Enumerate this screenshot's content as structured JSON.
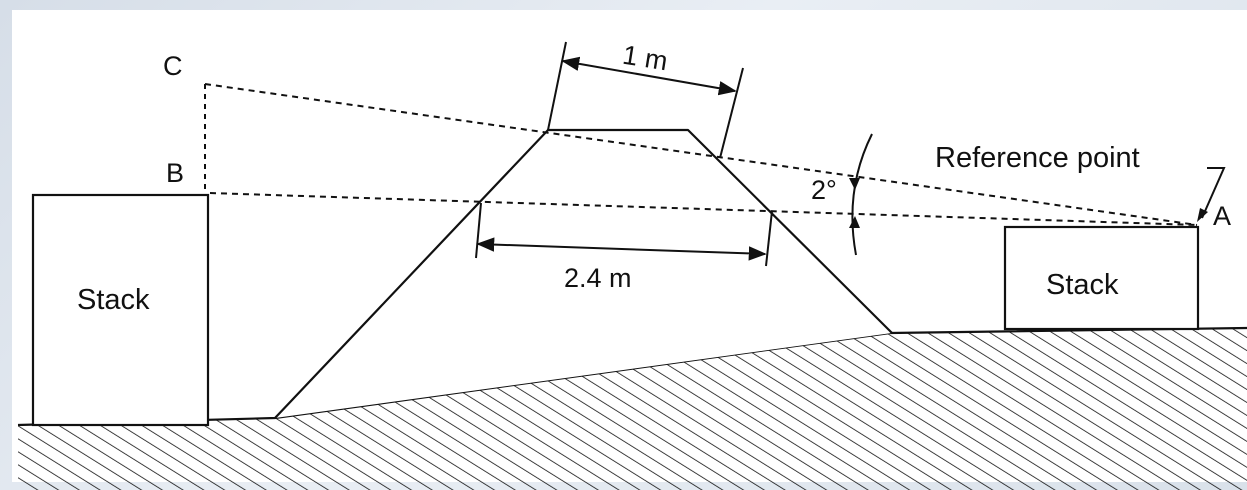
{
  "labels": {
    "point_c": "C",
    "point_b": "B",
    "point_a": "A",
    "left_stack": "Stack",
    "right_stack": "Stack",
    "top_width": "1 m",
    "mid_width": "2.4 m",
    "angle": "2°",
    "reference": "Reference point"
  },
  "colors": {
    "ink": "#111111",
    "paper": "#ffffff",
    "border": "#dfe6ee"
  }
}
